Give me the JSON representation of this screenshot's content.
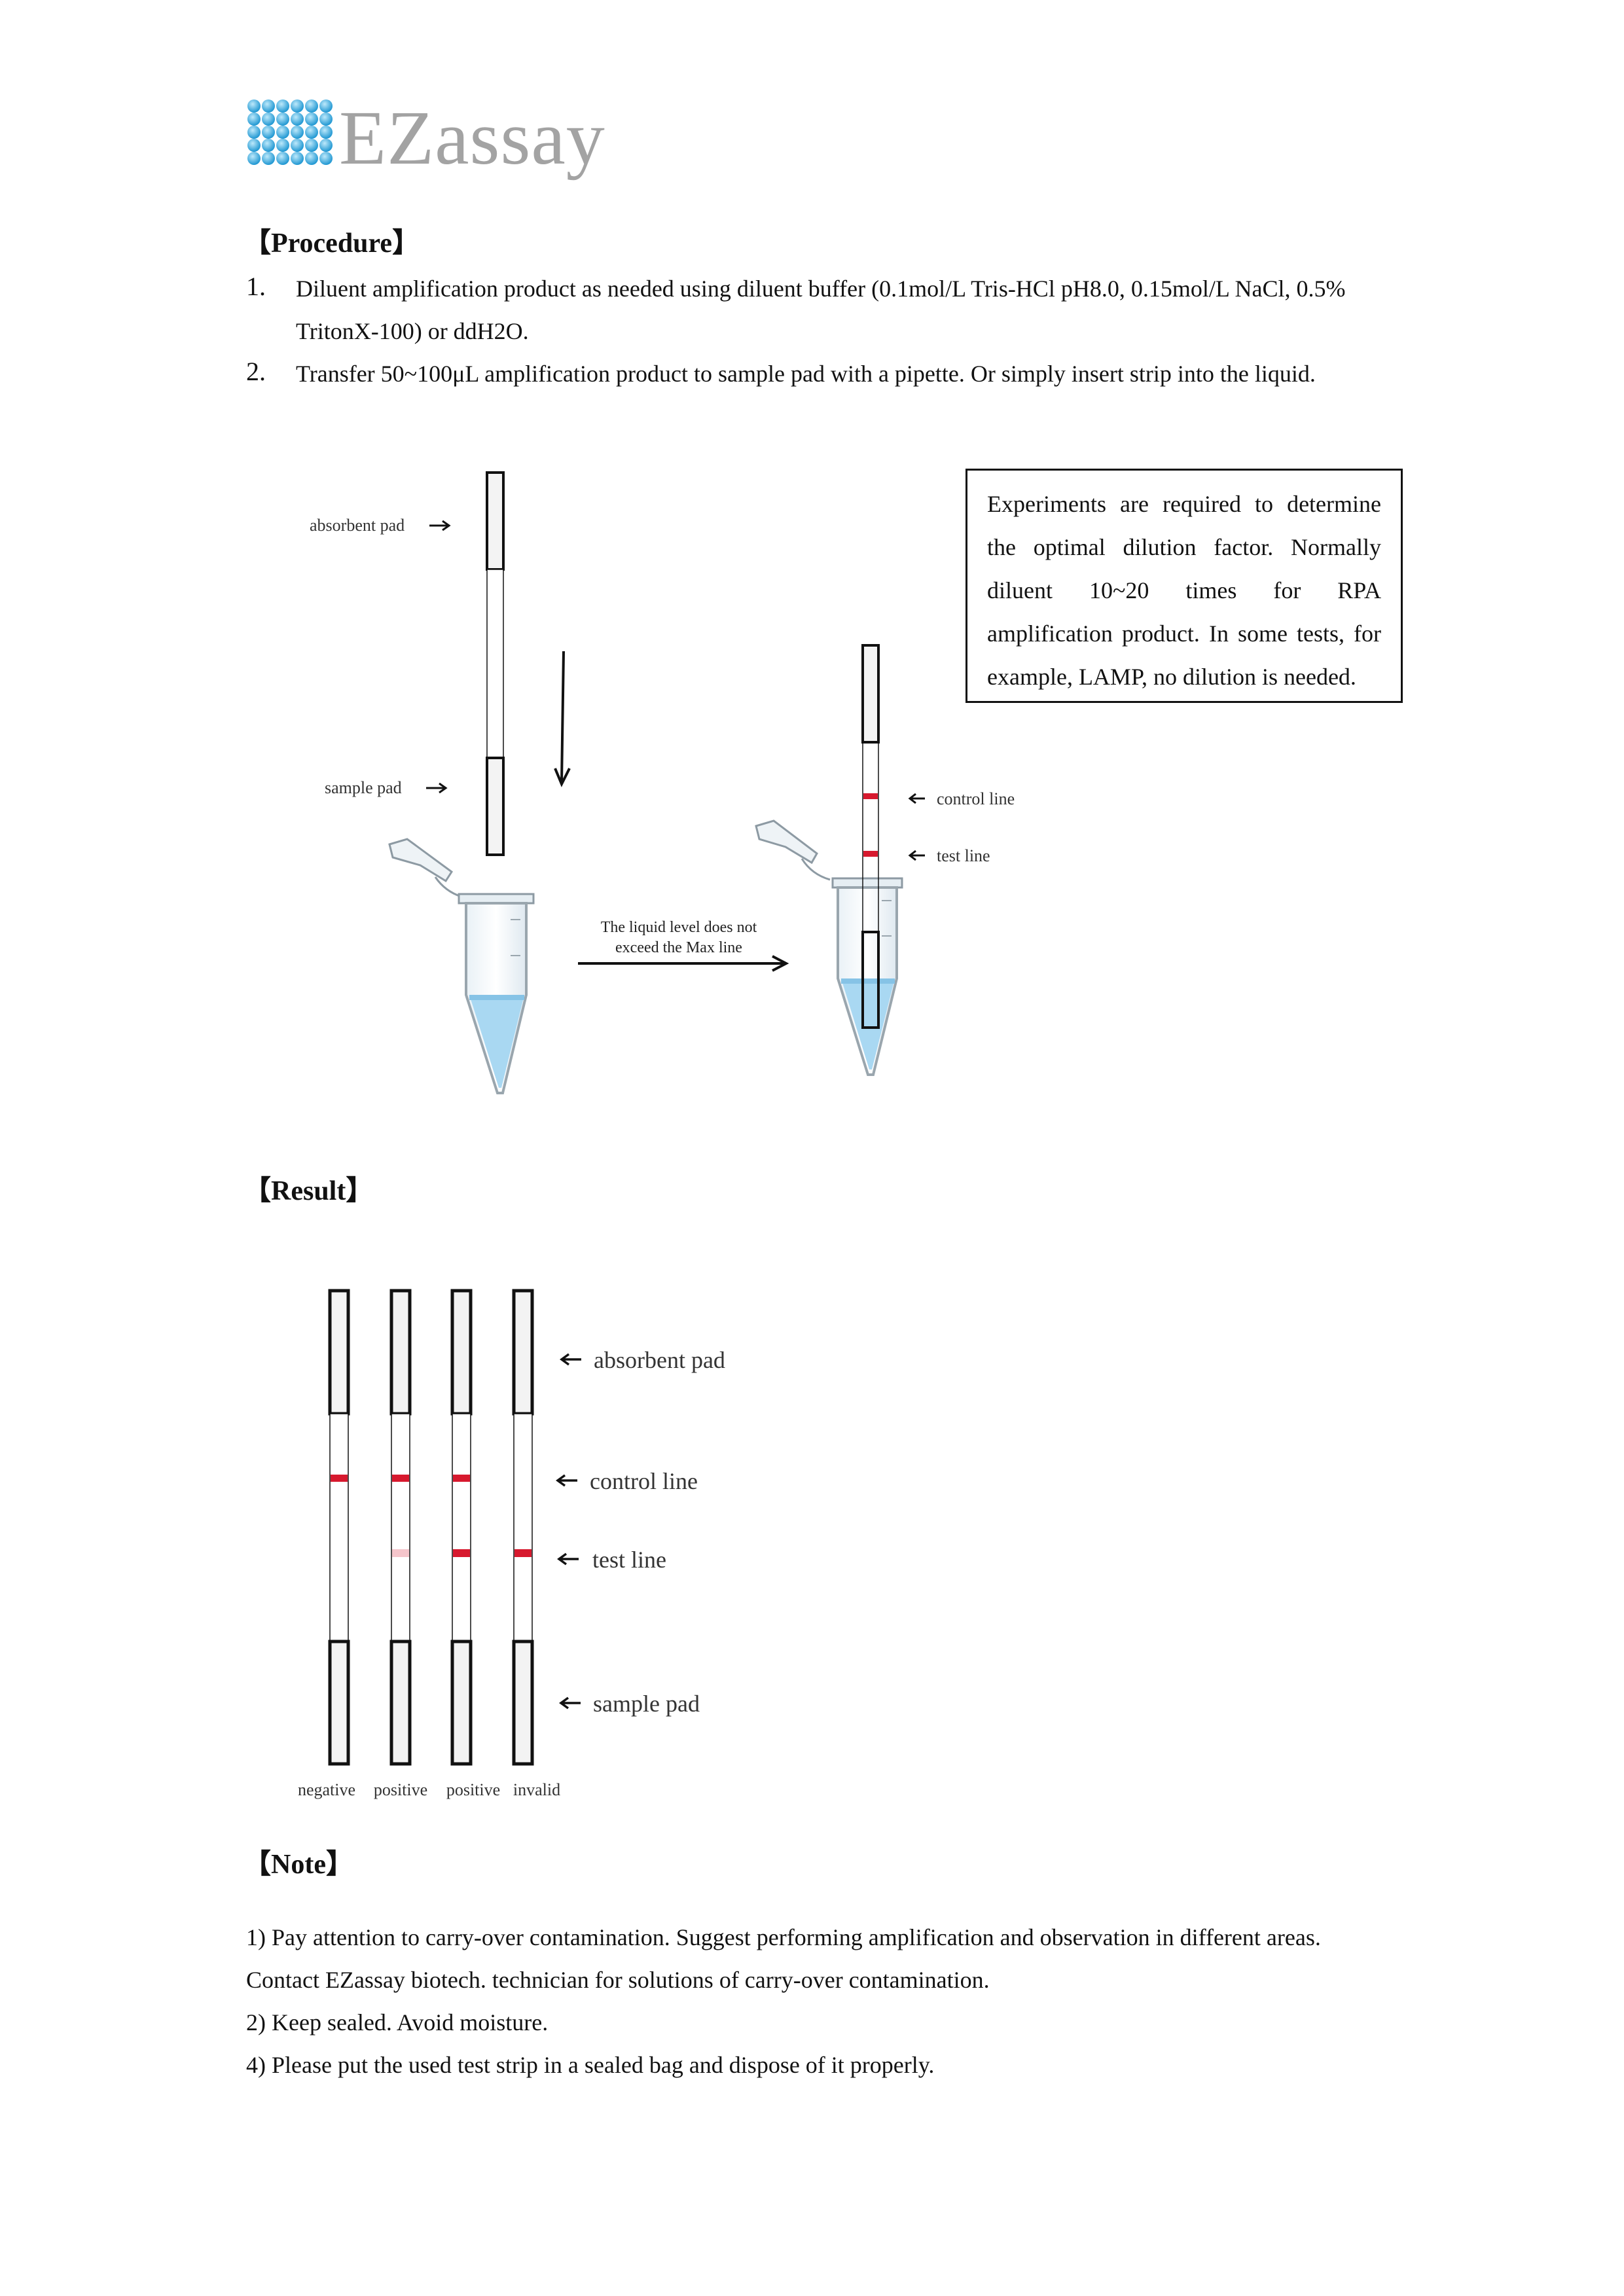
{
  "logo": {
    "text": "EZassay",
    "dot_color": "#2aa3d8"
  },
  "procedure": {
    "title": "【Procedure】",
    "steps": [
      {
        "num": "1.",
        "line1": "Diluent amplification product as needed using diluent buffer (0.1mol/L Tris-HCl pH8.0, 0.15mol/L    NaCl, 0.5%",
        "line2": "TritonX-100) or ddH2O."
      },
      {
        "num": "2.",
        "line1": "Transfer 50~100μL amplification product to sample pad with a pipette. Or simply insert strip into the liquid."
      }
    ]
  },
  "figure1": {
    "absorbent_pad": "absorbent pad",
    "sample_pad": "sample pad",
    "control_line": "control line",
    "test_line": "test line",
    "liquid_note_1": "The liquid level does not",
    "liquid_note_2": "exceed the Max line",
    "callout": "Experiments are required to determine the optimal dilution factor. Normally diluent 10~20 times for RPA amplification product. In some tests, for example, LAMP, no dilution is needed.",
    "liquid_color": "#a9d8f2",
    "line_color": "#d7192e"
  },
  "result": {
    "title": "【Result】",
    "labels": {
      "absorbent_pad": "absorbent pad",
      "control_line": "control line",
      "test_line": "test line",
      "sample_pad": "sample pad"
    },
    "strips": [
      {
        "label": "negative",
        "test_line_intensity": 0
      },
      {
        "label": "positive",
        "test_line_intensity": 0.25
      },
      {
        "label": "positive",
        "test_line_intensity": 1
      },
      {
        "label": "invalid",
        "test_line_intensity": 1
      }
    ],
    "strip_control_line": [
      true,
      true,
      true,
      false
    ]
  },
  "note": {
    "title": "【Note】",
    "lines": [
      "1) Pay attention to carry-over contamination. Suggest performing amplification and observation in different areas.",
      "Contact EZassay biotech. technician for solutions of carry-over contamination.",
      "2) Keep sealed. Avoid moisture.",
      "4) Please put the used test strip in a sealed bag and dispose of it properly."
    ]
  }
}
